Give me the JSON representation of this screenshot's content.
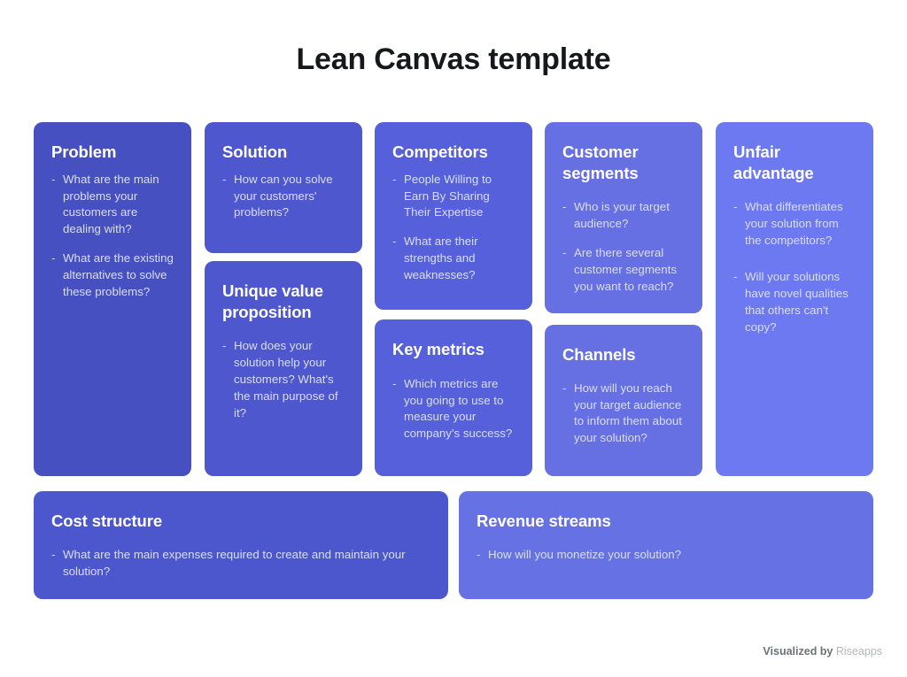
{
  "title": "Lean Canvas template",
  "footer": {
    "prefix": "Visualized by",
    "brand": "Riseapps"
  },
  "bullet_marker": "-",
  "colors": {
    "background": "#ffffff",
    "title_text": "#17181c",
    "card_text": "#ffffff",
    "bullet_text": "#dadef6",
    "card_problem": "#4650c0",
    "card_solution": "#4e57ce",
    "card_uvp": "#4e57ce",
    "card_competitors": "#5560da",
    "card_key_metrics": "#5560da",
    "card_customer_segments": "#6670e2",
    "card_channels": "#6670e2",
    "card_unfair_advantage": "#6d79f0",
    "card_cost_structure": "#4d57cd",
    "card_revenue_streams": "#6671e3",
    "footer_strong": "#6d7075",
    "footer_brand": "#b4b6bb"
  },
  "cards": [
    {
      "id": "problem",
      "title": "Problem",
      "bullets": [
        "What are the main problems your customers are dealing with?",
        "What are the existing alternatives to solve these problems?"
      ]
    },
    {
      "id": "solution",
      "title": "Solution",
      "bullets": [
        "How can you solve your customers' problems?"
      ]
    },
    {
      "id": "unique-value-proposition",
      "title": "Unique value proposition",
      "bullets": [
        "How does your solution help your customers? What's the main purpose of it?"
      ]
    },
    {
      "id": "competitors",
      "title": "Competitors",
      "bullets": [
        "People Willing to Earn By Sharing Their Expertise",
        "What are their strengths and weaknesses?"
      ]
    },
    {
      "id": "key-metrics",
      "title": "Key metrics",
      "bullets": [
        "Which metrics are you going to use to measure your company's success?"
      ]
    },
    {
      "id": "customer-segments",
      "title": "Customer segments",
      "bullets": [
        "Who is your target audience?",
        "Are there several customer segments you want to reach?"
      ]
    },
    {
      "id": "channels",
      "title": "Channels",
      "bullets": [
        "How will you reach your target audience to inform them about your solution?"
      ]
    },
    {
      "id": "unfair-advantage",
      "title": "Unfair advantage",
      "bullets": [
        "What differentiates your solution from the competitors?",
        "Will your solutions have novel qualities that others can't copy?"
      ]
    },
    {
      "id": "cost-structure",
      "title": "Cost structure",
      "bullets": [
        "What are the main expenses required to create and maintain your solution?"
      ]
    },
    {
      "id": "revenue-streams",
      "title": "Revenue streams",
      "bullets": [
        "How will you monetize your solution?"
      ]
    }
  ]
}
